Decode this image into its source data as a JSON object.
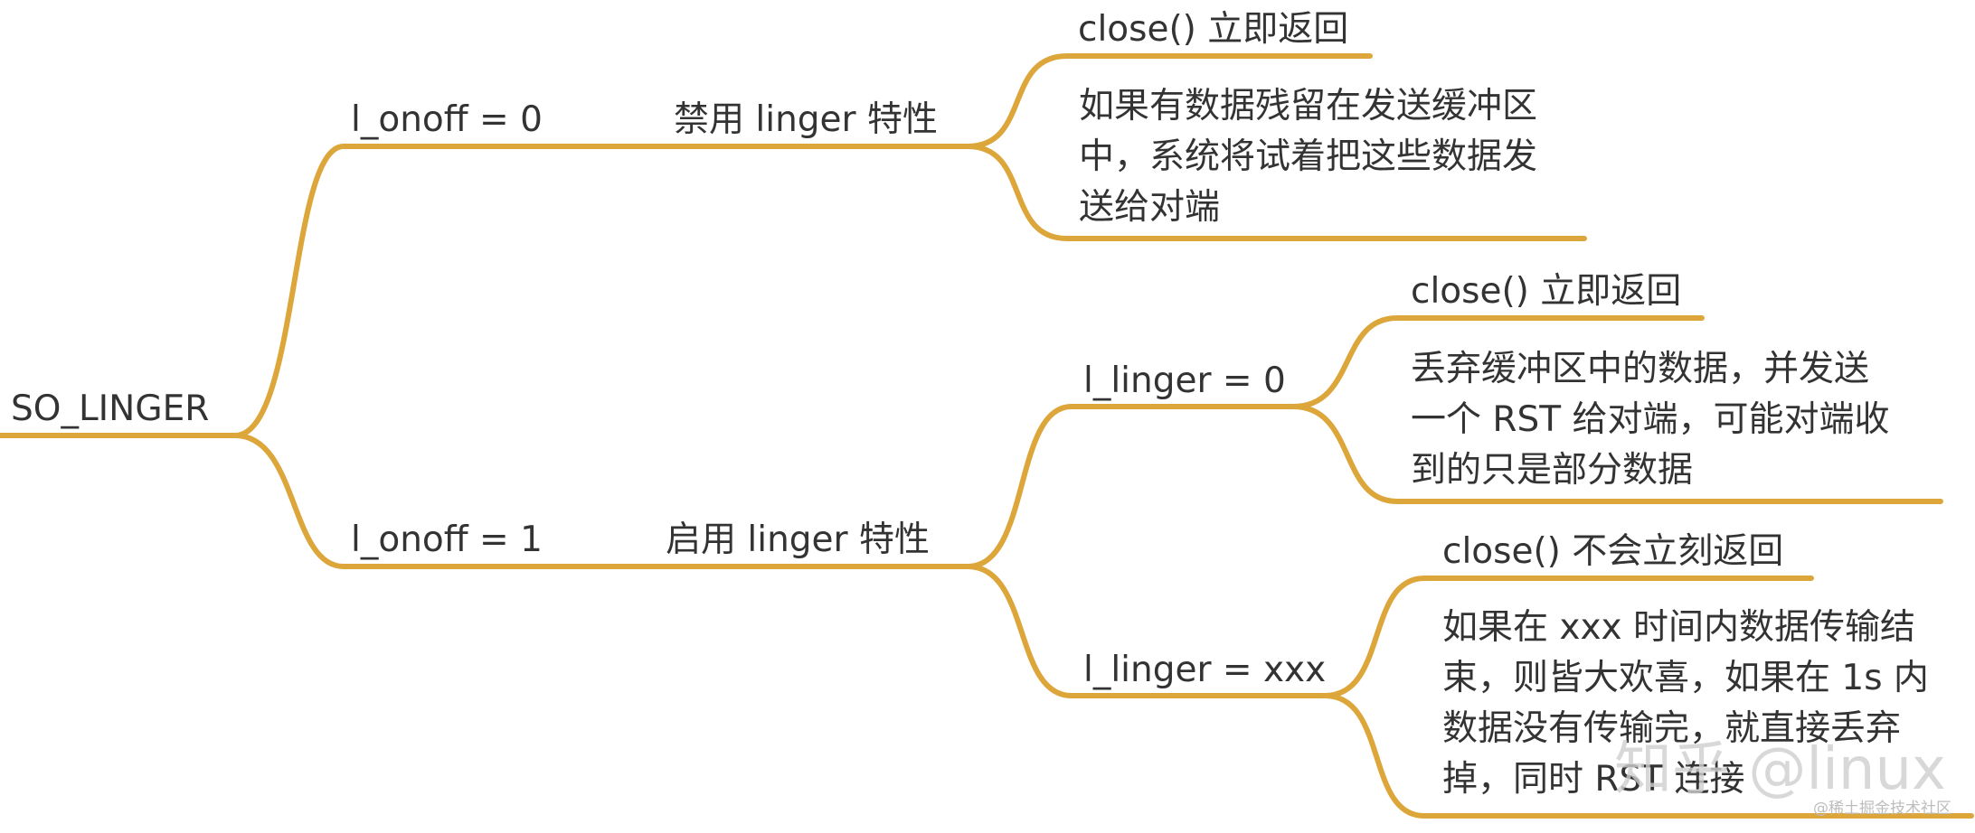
{
  "colors": {
    "branch": "#DDA63B",
    "text": "#333333"
  },
  "root": "SO_LINGER",
  "branches": {
    "off": {
      "condition": "l_onoff = 0",
      "effect": "禁用 linger 特性",
      "result_title": "close() 立即返回",
      "result_detail": [
        "如果有数据残留在发送缓冲区",
        "中，系统将试着把这些数据发",
        "送给对端"
      ]
    },
    "on": {
      "condition": "l_onoff = 1",
      "effect": "启用 linger 特性",
      "zero": {
        "condition": "l_linger = 0",
        "result_title": "close() 立即返回",
        "result_detail": [
          "丢弃缓冲区中的数据，并发送",
          "一个 RST 给对端，可能对端收",
          "到的只是部分数据"
        ]
      },
      "timeout": {
        "condition": "l_linger = xxx",
        "result_title": "close() 不会立刻返回",
        "result_detail": [
          "如果在 xxx 时间内数据传输结",
          "束，则皆大欢喜，如果在 1s 内",
          "数据没有传输完，就直接丢弃",
          "掉，同时 RST 连接"
        ]
      }
    }
  },
  "watermarks": {
    "main": "知乎 @linux",
    "sub": "@稀土掘金技术社区"
  }
}
